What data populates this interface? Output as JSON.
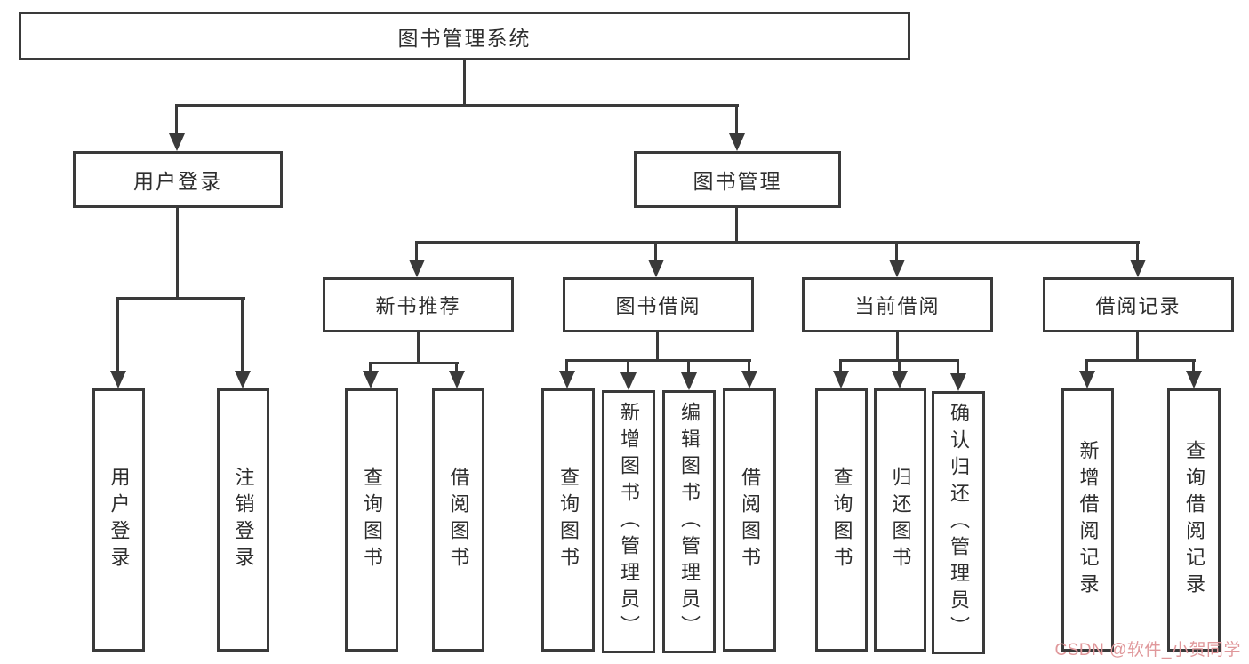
{
  "diagram": {
    "root": "图书管理系统",
    "branches": {
      "user_login": {
        "label": "用户登录",
        "leaves": [
          "用户登录",
          "注销登录"
        ]
      },
      "book_management": {
        "label": "图书管理",
        "sections": {
          "new_book_recommend": {
            "label": "新书推荐",
            "leaves": [
              "查询图书",
              "借阅图书"
            ]
          },
          "book_borrowing": {
            "label": "图书借阅",
            "leaves": [
              "查询图书",
              "新增图书（管理员）",
              "编辑图书（管理员）",
              "借阅图书"
            ]
          },
          "current_borrowing": {
            "label": "当前借阅",
            "leaves": [
              "查询图书",
              "归还图书",
              "确认归还（管理员）"
            ]
          },
          "borrowing_records": {
            "label": "借阅记录",
            "leaves": [
              "新增借阅记录",
              "查询借阅记录"
            ]
          }
        }
      }
    }
  },
  "watermark": {
    "text": "CSDN @软件_小贺同学",
    "color": "#e0989b"
  },
  "colors": {
    "line": "#3a3a3a",
    "text": "#2e2e2e",
    "background": "#ffffff"
  }
}
